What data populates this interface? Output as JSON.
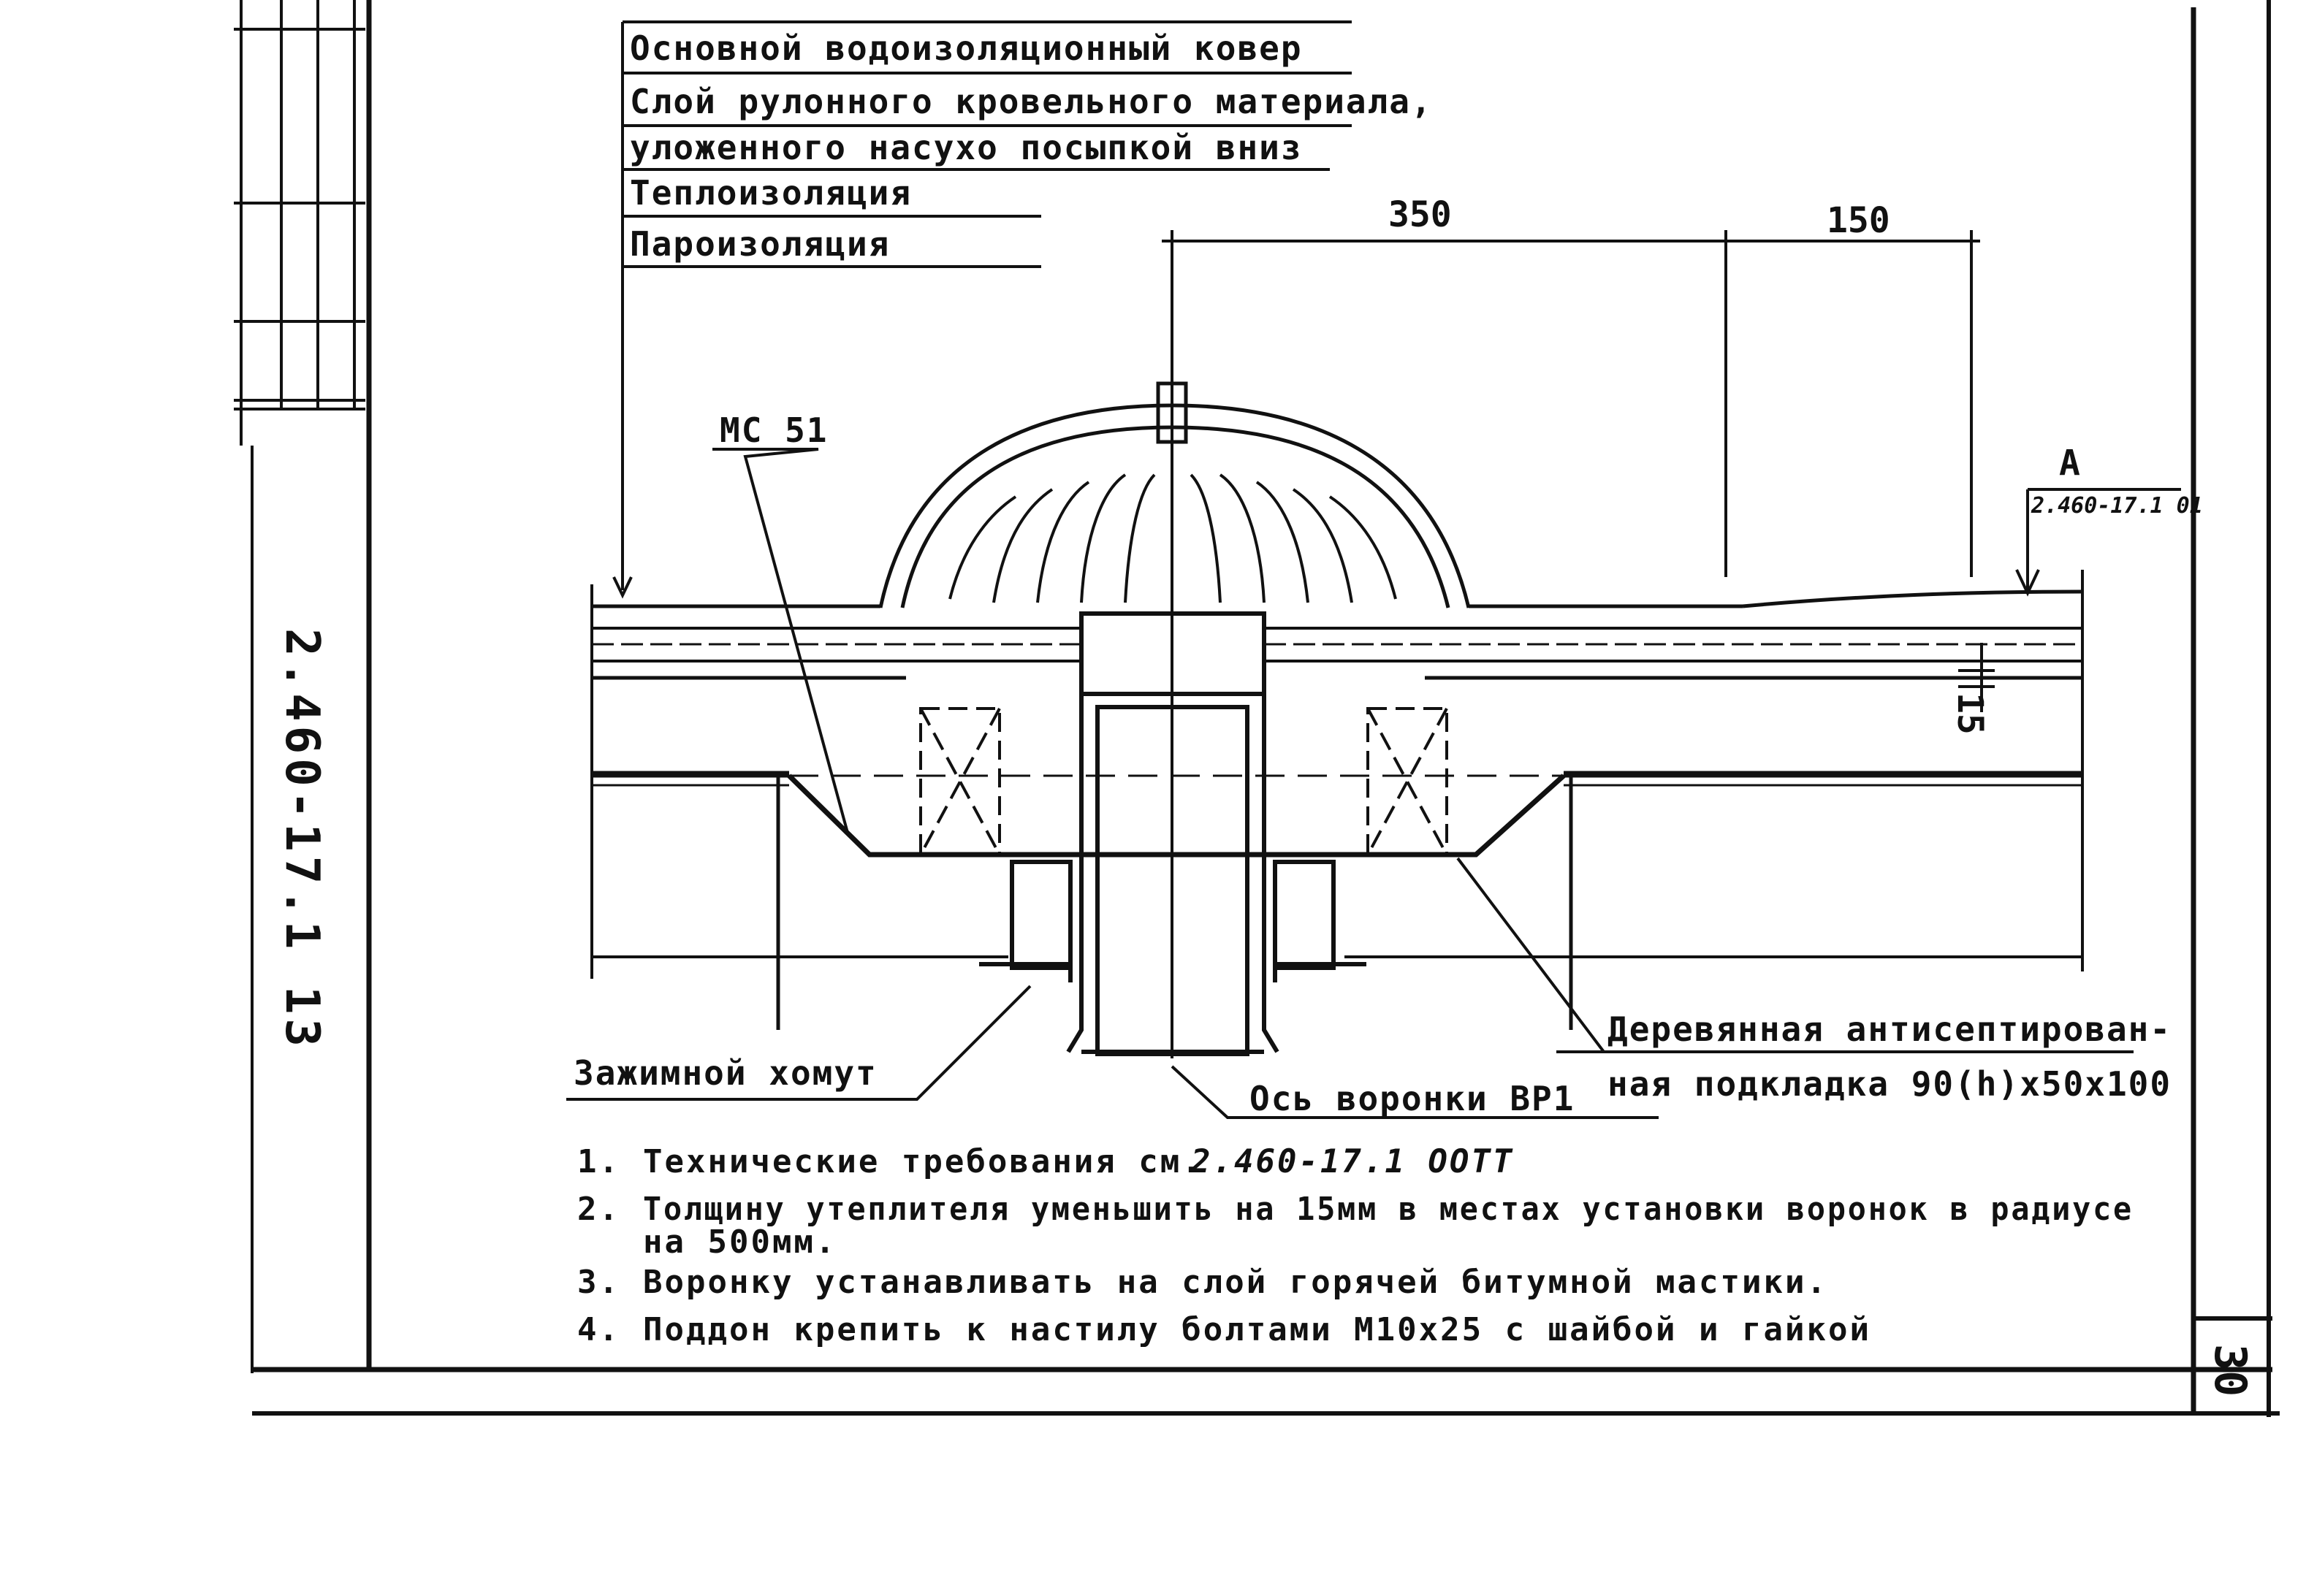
{
  "legend": [
    "Основной водоизоляционный ковер",
    "Слой рулонного кровельного материала,",
    "уложенного насухо посыпкой вниз",
    "Теплоизоляция",
    "Пароизоляция"
  ],
  "labels": {
    "mc51": "МС 51",
    "section_marker": "А",
    "section_ref": "2.460-17.1 01",
    "clamp": "Зажимной хомут",
    "axis": "Ось воронки ВР1",
    "pad_line1": "Деревянная антисептирован-",
    "pad_line2": "ная подкладка 90(h)x50x100"
  },
  "dimensions": {
    "d350": "350",
    "d150": "150",
    "d15": "15"
  },
  "notes": [
    {
      "num": "1.",
      "text": "Технические требования см.",
      "ref": "2.460-17.1 ООТТ"
    },
    {
      "num": "2.",
      "text": "Толщину утеплителя уменьшить на 15мм в местах установки воронок в радиусе",
      "cont": "на 500мм."
    },
    {
      "num": "3.",
      "text": "Воронку устанавливать на слой горячей битумной мастики."
    },
    {
      "num": "4.",
      "text": "Поддон крепить к настилу болтами М10x25 с шайбой и гайкой"
    }
  ],
  "stamp": {
    "code": "2.460-17.1 13",
    "page": "30"
  }
}
